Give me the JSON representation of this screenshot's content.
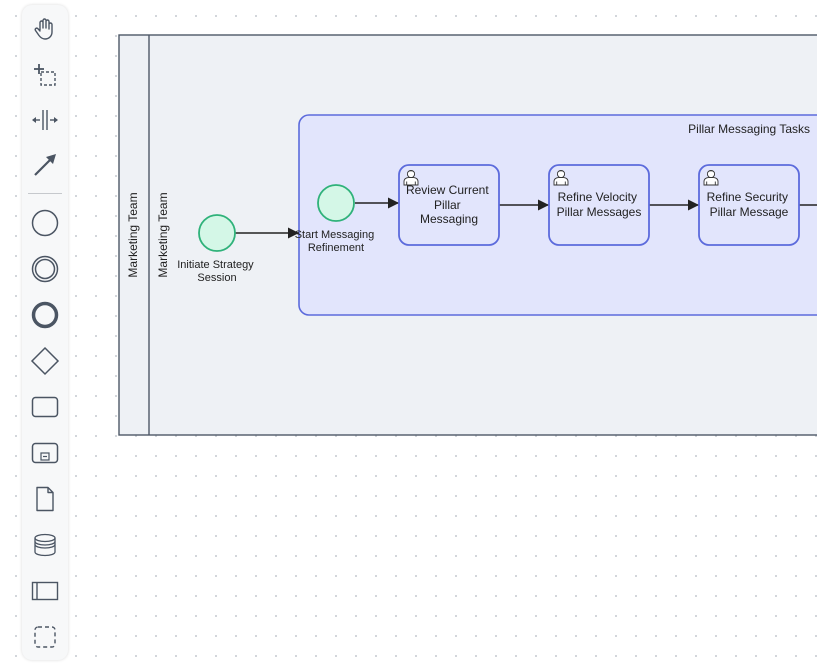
{
  "palette": {
    "tools": [
      {
        "id": "hand",
        "icon": "hand-icon"
      },
      {
        "id": "lasso",
        "icon": "lasso-icon"
      },
      {
        "id": "space",
        "icon": "space-tool-icon"
      },
      {
        "id": "connect",
        "icon": "global-connect-icon"
      },
      {
        "id": "start-event",
        "icon": "start-event-icon"
      },
      {
        "id": "intermediate-event",
        "icon": "intermediate-event-icon"
      },
      {
        "id": "end-event",
        "icon": "end-event-icon"
      },
      {
        "id": "gateway",
        "icon": "gateway-icon"
      },
      {
        "id": "task",
        "icon": "task-icon"
      },
      {
        "id": "subprocess",
        "icon": "subprocess-icon"
      },
      {
        "id": "data-object",
        "icon": "data-object-icon"
      },
      {
        "id": "data-store",
        "icon": "data-store-icon"
      },
      {
        "id": "participant",
        "icon": "participant-icon"
      },
      {
        "id": "group",
        "icon": "group-icon"
      }
    ]
  },
  "diagram": {
    "pool_label": "Marketing Team",
    "lane_label": "Marketing Team",
    "subprocess_label": "Pillar Messaging Tasks",
    "events": {
      "start_main": {
        "label_lines": [
          "Initiate Strategy",
          "Session"
        ]
      },
      "start_sub": {
        "label_lines": [
          "Start Messaging",
          "Refinement"
        ]
      }
    },
    "tasks": [
      {
        "id": "review",
        "label_lines": [
          "Review Current",
          "Pillar",
          "Messaging"
        ],
        "type": "user-task"
      },
      {
        "id": "velocity",
        "label_lines": [
          "Refine Velocity",
          "Pillar Messages"
        ],
        "type": "user-task"
      },
      {
        "id": "security",
        "label_lines": [
          "Refine Security",
          "Pillar Message"
        ],
        "type": "user-task"
      }
    ],
    "colors": {
      "event_fill": "#d4f7e7",
      "event_stroke": "#2fb27a",
      "subprocess_fill": "#e2e5fc",
      "subprocess_stroke": "#5c6bdc",
      "task_fill": "#e2e5fc",
      "pool_fill": "#eef1f5",
      "pool_stroke": "#4e5867"
    }
  }
}
